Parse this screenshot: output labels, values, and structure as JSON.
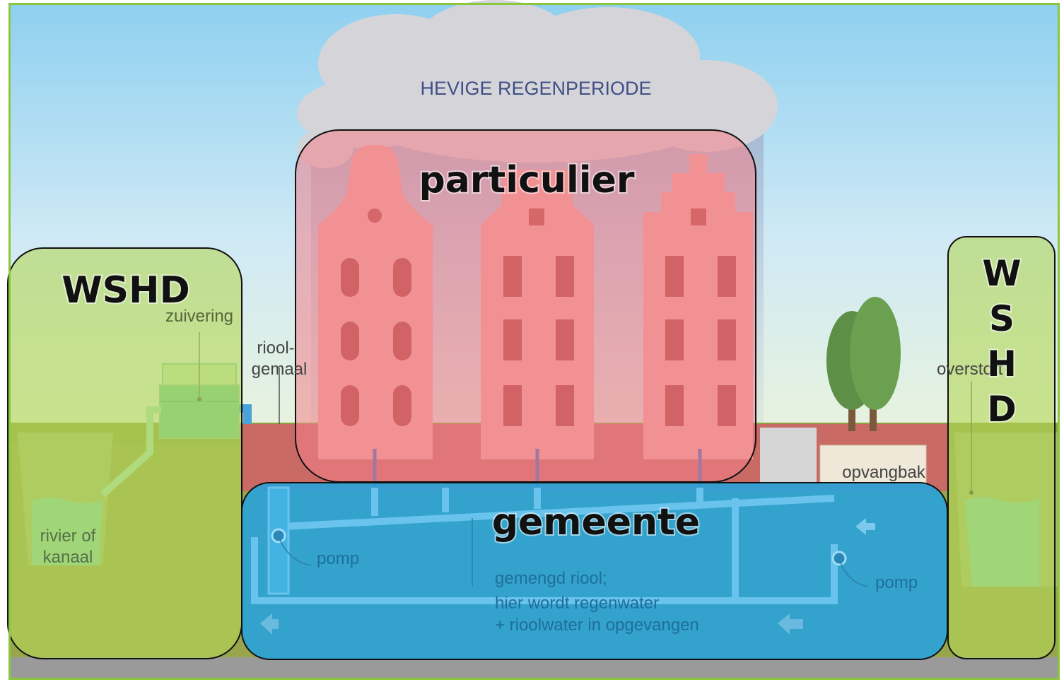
{
  "diagram": {
    "heading": "HEVIGE REGENPERIODE",
    "labels": {
      "zuivering": "zuivering",
      "rioolgemaal_line1": "riool-",
      "rioolgemaal_line2": "gemaal",
      "rivier_line1": "rivier of",
      "rivier_line2": "kanaal",
      "overstort": "overstort",
      "opvangbak": "opvangbak",
      "pomp_left": "pomp",
      "pomp_right": "pomp",
      "riool_line1": "gemengd riool;",
      "riool_line2": "hier wordt regenwater",
      "riool_line3": "+ rioolwater in opgevangen"
    }
  },
  "regions": {
    "wshd_left": "WSHD",
    "particulier": "particulier",
    "gemeente": "gemeente",
    "wshd_right_letters": [
      "W",
      "S",
      "H",
      "D"
    ]
  },
  "colors": {
    "frame": "#8cc63f",
    "wshd_fill": "#b5d65a",
    "particulier_fill": "#f27f88",
    "gemeente_fill": "#2aa3d8",
    "building_fill": "#f2a7a0",
    "sky_top": "#ffffff",
    "sky_bottom": "#cfe9f5"
  }
}
